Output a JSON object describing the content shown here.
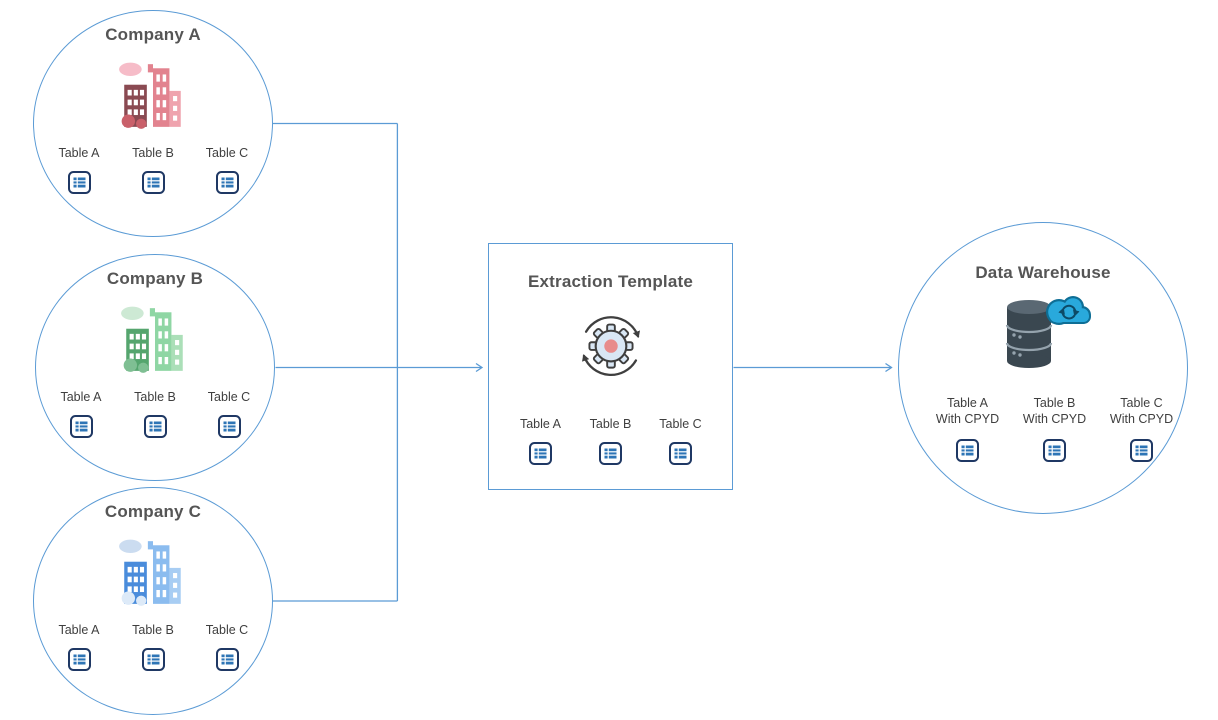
{
  "colors": {
    "node_border": "#5B9BD5",
    "connector": "#5B9BD5",
    "title_text": "#555555",
    "label_text": "#3F3F3F",
    "table_icon_navy": "#1F3864",
    "table_icon_blue": "#2E75B6",
    "icon_stroke": "#3F3F3F",
    "gear_fill": "#D9E7F5",
    "gear_center": "#E88C8C",
    "db_dark": "#3A4750",
    "db_mid": "#5A6873",
    "db_sep": "#95A3AD",
    "cloud_blue": "#29A9DC",
    "cloud_dark": "#0E6E95",
    "cloud_arrow": "#0C4A66"
  },
  "companies": [
    {
      "title": "Company A",
      "building": {
        "cloud": "#F6BCC8",
        "left": "#8A4A52",
        "right": "#E2838F",
        "annex": "#EFA3AE",
        "tree": "#C9606A"
      },
      "tables": [
        "Table A",
        "Table B",
        "Table C"
      ]
    },
    {
      "title": "Company B",
      "building": {
        "cloud": "#CDE9D4",
        "left": "#55A56E",
        "right": "#8FD6A4",
        "annex": "#ABDFB8",
        "tree": "#7FBF93"
      },
      "tables": [
        "Table A",
        "Table B",
        "Table C"
      ]
    },
    {
      "title": "Company C",
      "building": {
        "cloud": "#CBDCF0",
        "left": "#4A8CDB",
        "right": "#8BBCEF",
        "annex": "#A8CDF3",
        "tree": "#DDEAF8"
      },
      "tables": [
        "Table A",
        "Table B",
        "Table C"
      ]
    }
  ],
  "extraction_template": {
    "title": "Extraction Template",
    "tables": [
      "Table A",
      "Table B",
      "Table C"
    ]
  },
  "data_warehouse": {
    "title": "Data Warehouse",
    "tables": [
      {
        "line1": "Table A",
        "line2": "With CPYD"
      },
      {
        "line1": "Table B",
        "line2": "With CPYD"
      },
      {
        "line1": "Table C",
        "line2": "With CPYD"
      }
    ]
  }
}
